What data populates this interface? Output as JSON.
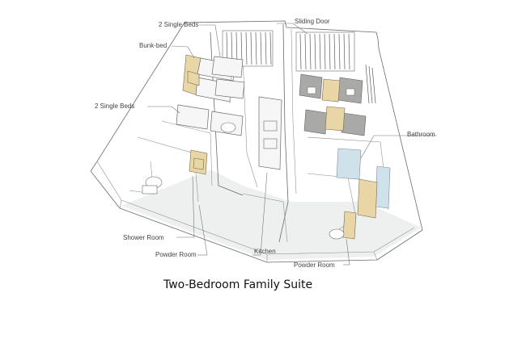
{
  "labels": {
    "two_single_beds_top": "2 Single Beds",
    "sliding_door": "Sliding Door",
    "bunk_bed": "Bunk-bed",
    "two_single_beds_mid": "2 Single Beds",
    "bathroom": "Bathroom",
    "shower_room": "Shower Room",
    "powder_room_left": "Powder Room",
    "kitchen": "Kitchen",
    "powder_room_right": "Powder Room"
  },
  "caption": "Two-Bedroom Family Suite",
  "colors": {
    "wood": "#e9d6a6",
    "sofa": "#a9aaa7",
    "glass": "#cfe1ea",
    "line": "#6b6b6b"
  }
}
